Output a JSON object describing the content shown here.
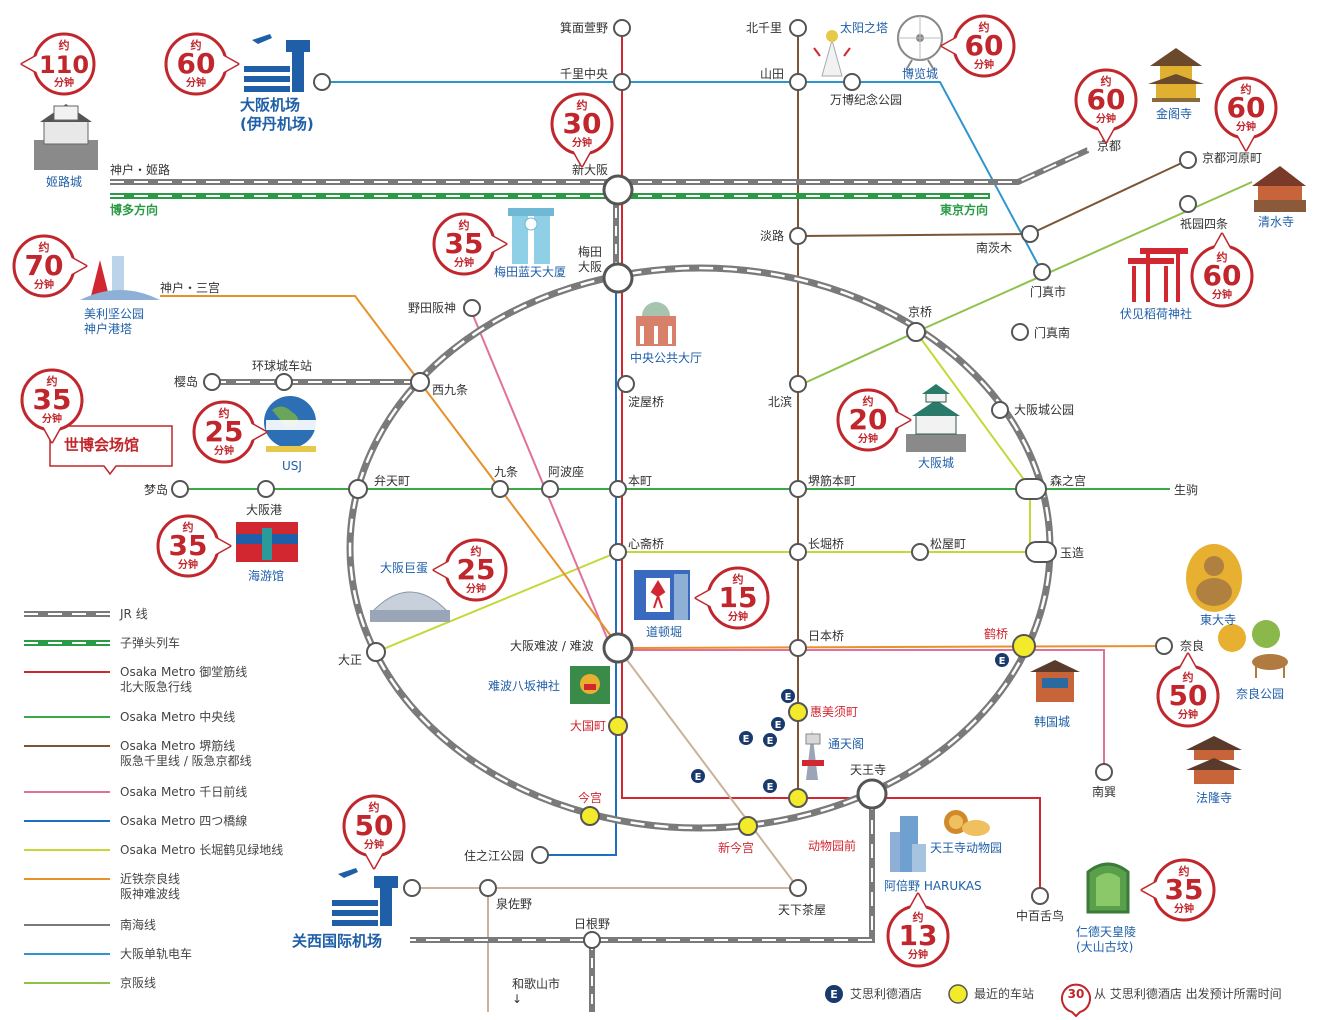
{
  "stations": {
    "minoh_kayano": "箕面萱野",
    "kita_senri": "北千里",
    "senri_chuo": "千里中央",
    "yamada": "山田",
    "banpaku_kinen": "万博纪念公园",
    "shin_osaka": "新大阪",
    "kyoto": "京都",
    "kyoto_kawaramachi": "京都河原町",
    "gion_shijo": "祇园四条",
    "awaji": "淡路",
    "minami_ibaraki": "南茨木",
    "kadoma_shi": "门真市",
    "umeda_osaka": "梅田\n大阪",
    "noda_hanshin": "野田阪神",
    "kyobashi": "京桥",
    "kadoma_minami": "门真南",
    "sakurajima": "樱岛",
    "universal_city": "环球城车站",
    "nishikujo": "西九条",
    "yodoyabashi": "淀屋桥",
    "kitahama": "北滨",
    "osakajo_koen": "大阪城公园",
    "yumeshima": "梦岛",
    "osakako": "大阪港",
    "bentencho": "弁天町",
    "kujo": "九条",
    "awaza": "阿波座",
    "honmachi": "本町",
    "sakaisuji_honmachi": "堺筋本町",
    "morinomiya": "森之宫",
    "ikoma": "生驹",
    "shinsaibashi": "心斋桥",
    "nagahoribashi": "长堀桥",
    "matsuyamachi": "松屋町",
    "tamatsukuri": "玉造",
    "taisho": "大正",
    "namba": "大阪难波 / 难波",
    "nipponbashi": "日本桥",
    "tsuruhashi": "鹤桥",
    "nara": "奈良",
    "daikokucho": "大国町",
    "ebisucho": "惠美须町",
    "imamiya": "今宫",
    "shin_imamiya": "新今宫",
    "dobutsuen_mae": "动物园前",
    "tennoji": "天王寺",
    "minami_tatsumi": "南巽",
    "suminoekoen": "住之江公园",
    "izumisano": "泉佐野",
    "hineno": "日根野",
    "tengachaya": "天下茶屋",
    "nakamozu": "中百舌鸟",
    "wakayamashi": "和歌山市\n↓"
  },
  "line_labels": {
    "kobe_himeji": "神户・姬路",
    "hakata_dir": "博多方向",
    "tokyo_dir": "東京方向",
    "kobe_sannomiya": "神户・三宫"
  },
  "pois": {
    "himeji": "姬路城",
    "itami": "大阪机场\n(伊丹机场)",
    "taiyo": "太阳之塔",
    "expocity": "博览城",
    "kinkakuji": "金阁寺",
    "kiyomizu": "清水寺",
    "umeda_sky": "梅田蓝天大厦",
    "fushimi": "伏见稻荷神社",
    "kobe_port": "美利坚公园\n神户港塔",
    "central_hall": "中央公共大厅",
    "expo_venue": "世博会场馆",
    "usj": "USJ",
    "osaka_castle": "大阪城",
    "aquarium": "海游馆",
    "kyocera": "大阪巨蛋",
    "dotonbori": "道顿堀",
    "todaiji": "東大寺",
    "nara_park": "奈良公园",
    "namba_yasaka": "难波八坂神社",
    "korea_town": "韩国城",
    "tsutenkaku": "通天阁",
    "horyuji": "法隆寺",
    "kix": "关西国际机场",
    "harukas": "阿倍野 HARUKAS",
    "tennoji_zoo": "天王寺动物园",
    "nintoku": "仁德天皇陵\n(大山古坟)"
  },
  "badges": {
    "prefix": "约",
    "unit": "分钟",
    "himeji": "110",
    "itami": "60",
    "expocity": "60",
    "kinkakuji": "60",
    "kiyomizu": "60",
    "shin_osaka": "30",
    "umeda_sky": "35",
    "fushimi": "60",
    "kobe": "70",
    "expo_venue": "35",
    "usj": "25",
    "osaka_castle": "20",
    "aquarium": "35",
    "kyocera": "25",
    "dotonbori": "15",
    "nara": "50",
    "kix": "50",
    "harukas": "13",
    "nintoku": "35"
  },
  "legend": [
    {
      "label": "JR 线",
      "color": "#7a7a7a",
      "style": "jr"
    },
    {
      "label": "子弹头列车",
      "color": "#2a9a44",
      "style": "shinkansen"
    },
    {
      "label": "Osaka Metro 御堂筋线\n北大阪急行线",
      "color": "#d22630",
      "style": "solid"
    },
    {
      "label": "Osaka Metro 中央线",
      "color": "#3aa845",
      "style": "solid"
    },
    {
      "label": "Osaka Metro 堺筋线\n阪急千里线 / 阪急京都线",
      "color": "#7b5535",
      "style": "solid"
    },
    {
      "label": "Osaka Metro 千日前线",
      "color": "#e0719b",
      "style": "solid"
    },
    {
      "label": "Osaka Metro 四つ橋線",
      "color": "#1f6fc0",
      "style": "solid"
    },
    {
      "label": "Osaka Metro 长堀鹤见绿地线",
      "color": "#c5d838",
      "style": "solid"
    },
    {
      "label": "近铁奈良线\n阪神难波线",
      "color": "#e8902a",
      "style": "solid"
    },
    {
      "label": "南海线",
      "color": "#7a7a7a",
      "style": "solid"
    },
    {
      "label": "大阪单轨电车",
      "color": "#2e96cf",
      "style": "solid"
    },
    {
      "label": "京阪线",
      "color": "#8ec24a",
      "style": "solid"
    }
  ],
  "key": {
    "hotel_icon": "E",
    "hotel": "艾思利德酒店",
    "nearest": "最近的车站",
    "badge_sample": "30",
    "time_note": "从 艾思利德酒店 出发预计所需时间"
  },
  "colors": {
    "jr": "#7a7a7a",
    "shinkansen": "#2a9a44",
    "midosuji": "#d22630",
    "chuo": "#3aa845",
    "sakaisuji": "#7b5535",
    "sennichimae": "#e0719b",
    "yotsubashi": "#1f6fc0",
    "nagahori": "#c5d838",
    "kintetsu": "#e8902a",
    "nankai": "#7a7a7a",
    "monorail": "#2e96cf",
    "keihan": "#8ec24a",
    "badge": "#c0262c",
    "poi_text": "#1f5fa8",
    "nearest_station": "#f3ea2c"
  }
}
